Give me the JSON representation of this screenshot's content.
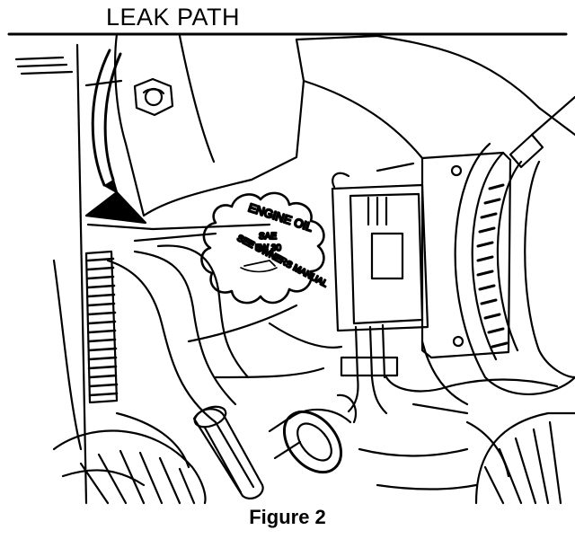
{
  "figure": {
    "heading": "LEAK PATH",
    "caption": "Figure 2"
  },
  "oil_cap": {
    "line1": "ENGINE OIL",
    "line2": "SAE",
    "line3": "5W 30",
    "line4": "SEE OWNERS MANUAL"
  },
  "colors": {
    "ink": "#000000",
    "paper": "#ffffff"
  }
}
